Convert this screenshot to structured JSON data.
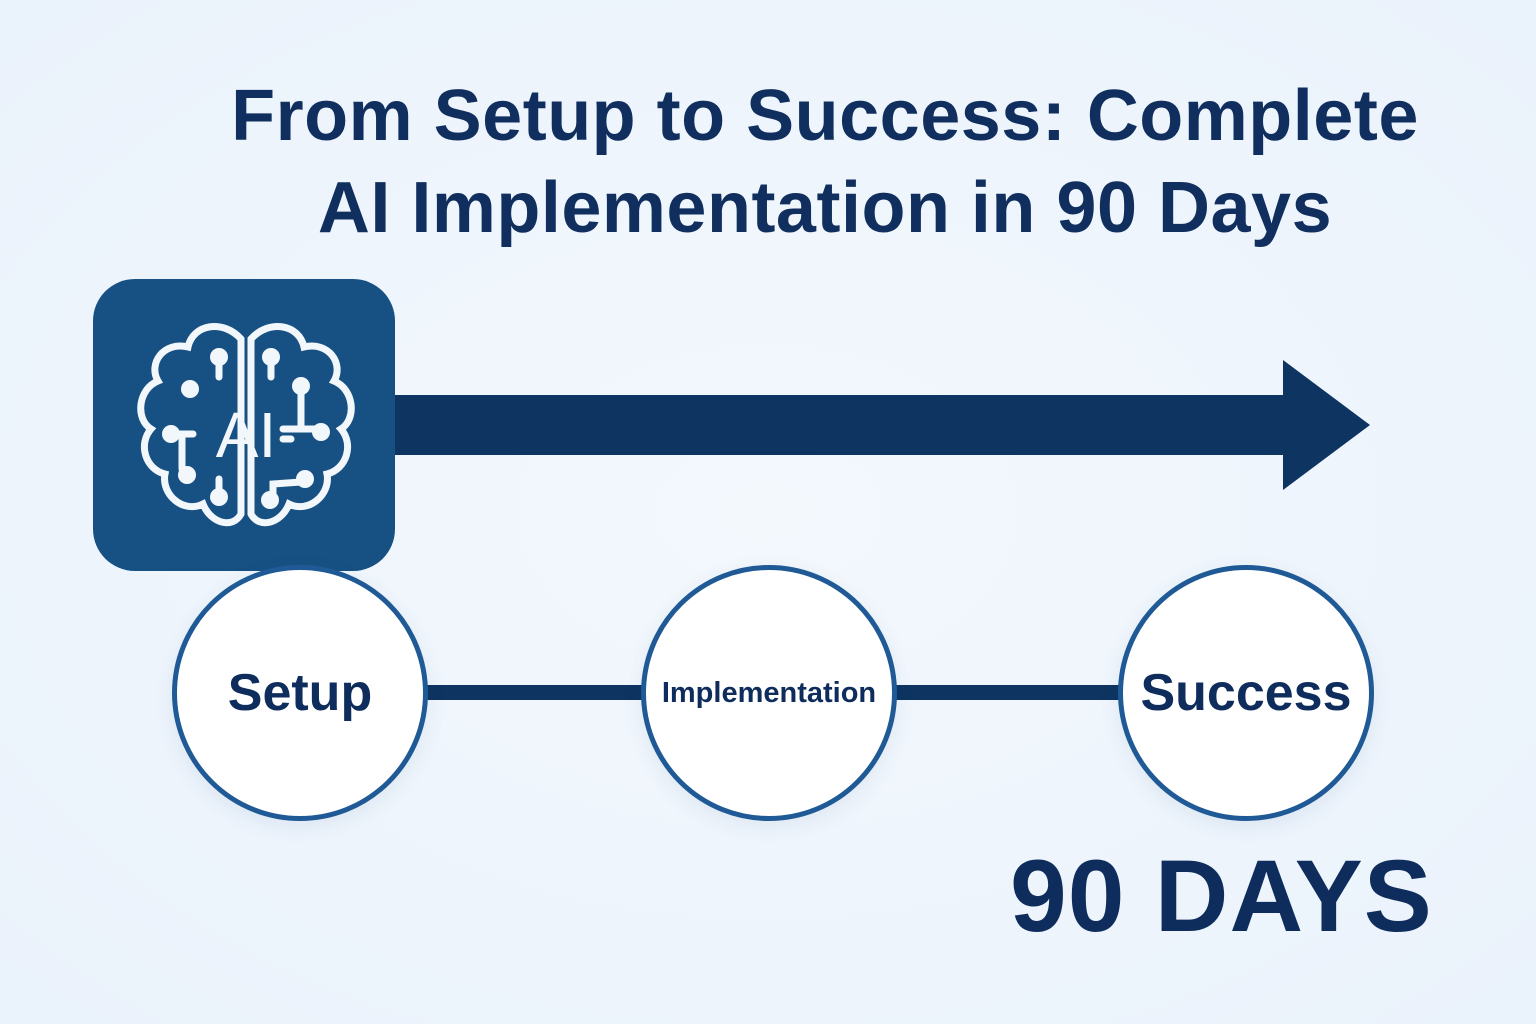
{
  "title": {
    "line1": "From Setup to Success: Complete",
    "line2": "AI Implementation in 90 Days"
  },
  "logo": {
    "text": "AI",
    "icon": "brain-circuit-icon"
  },
  "stages": [
    {
      "label": "Setup"
    },
    {
      "label": "Implementation"
    },
    {
      "label": "Success"
    }
  ],
  "duration_label": "90 DAYS",
  "colors": {
    "primary": "#0e3561",
    "logo_bg": "#175183",
    "circle_border": "#1f5a96",
    "background": "#eef5fc"
  }
}
